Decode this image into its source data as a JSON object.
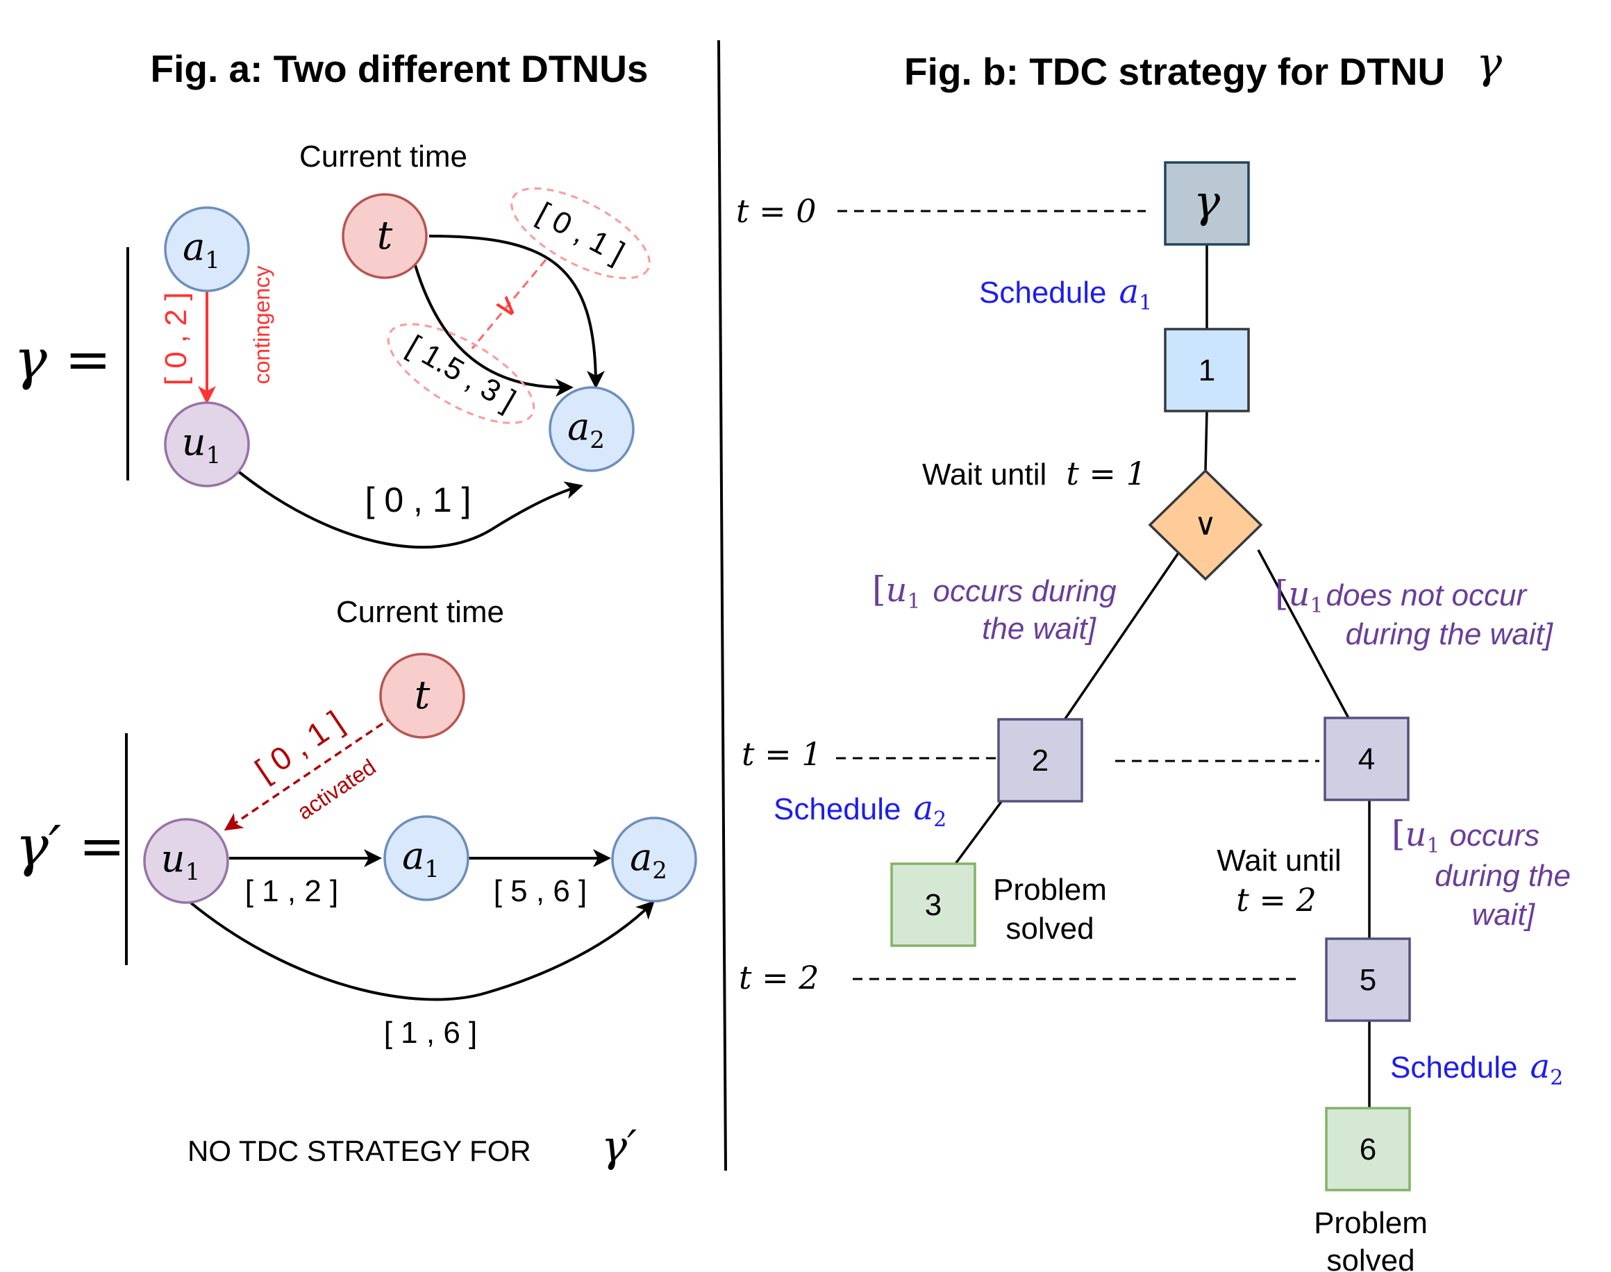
{
  "fig_a": {
    "title": "Fig. a: Two different DTNUs",
    "gamma": {
      "lhs": "γ =",
      "current_time_label": "Current time",
      "nodes": {
        "a1": "a",
        "a1_sub": "1",
        "u1": "u",
        "u1_sub": "1",
        "t": "t",
        "a2": "a",
        "a2_sub": "2"
      },
      "edges": {
        "a1_u1": "[ 0 , 2 ]",
        "a1_u1_type": "contingency",
        "t_a2_top": "[ 0 , 1 ]",
        "t_a2_bottom": "[ 1.5 , 3 ]",
        "disjunction": "∨",
        "u1_a2": "[ 0 , 1 ]"
      }
    },
    "gamma_prime": {
      "lhs": "γ′ =",
      "current_time_label": "Current time",
      "nodes": {
        "t": "t",
        "u1": "u",
        "u1_sub": "1",
        "a1": "a",
        "a1_sub": "1",
        "a2": "a",
        "a2_sub": "2"
      },
      "edges": {
        "t_u1": "[ 0 , 1 ]",
        "t_u1_type": "activated",
        "u1_a1": "[ 1 , 2 ]",
        "a1_a2": "[ 5 , 6 ]",
        "u1_a2": "[ 1 , 6 ]"
      }
    },
    "footer": "NO TDC STRATEGY FOR",
    "footer_symbol": "γ′"
  },
  "fig_b": {
    "title": "Fig. b: TDC strategy for DTNU",
    "title_symbol": "γ",
    "time_labels": [
      "t = 0",
      "t = 1",
      "t = 2"
    ],
    "nodes": {
      "root": "γ",
      "n1": "1",
      "or": "∨",
      "n2": "2",
      "n3": "3",
      "n4": "4",
      "n5": "5",
      "n6": "6"
    },
    "actions": {
      "schedule_a1": "Schedule",
      "schedule_a1_var": "a",
      "schedule_a1_sub": "1",
      "wait1": "Wait until",
      "wait1_math": "t = 1",
      "branch_left_1": "occurs during",
      "branch_left_2": "the wait]",
      "branch_right_1": "does not occur",
      "branch_right_2": "during the wait]",
      "branch_var": "u",
      "branch_sub": "1",
      "schedule_a2_left": "Schedule",
      "schedule_a2_var": "a",
      "schedule_a2_sub": "2",
      "solved_1": "Problem",
      "solved_2": "solved",
      "wait2": "Wait until",
      "wait2_math": "t = 2",
      "branch3_1": "occurs",
      "branch3_2": "during the",
      "branch3_3": "wait]",
      "schedule_a2_right": "Schedule"
    }
  },
  "colors": {
    "blue_fill": "#dae8fc",
    "blue_stroke": "#6c8ebf",
    "purple_fill": "#e1d5e7",
    "purple_stroke": "#9673a6",
    "red_fill": "#f8cecc",
    "red_stroke": "#b85450",
    "root_fill": "#bac8d3",
    "root_stroke": "#23445d",
    "lilac_fill": "#d0cee2",
    "lilac_stroke": "#56517e",
    "green_fill": "#d5e8d4",
    "green_stroke": "#82b366",
    "orange_fill": "#ffcc99",
    "orange_stroke": "#36393d",
    "contingency": "#ff3333",
    "activated": "#b20000",
    "schedule_text": "#1c1cf2",
    "branch_text": "#6a3d9a"
  }
}
